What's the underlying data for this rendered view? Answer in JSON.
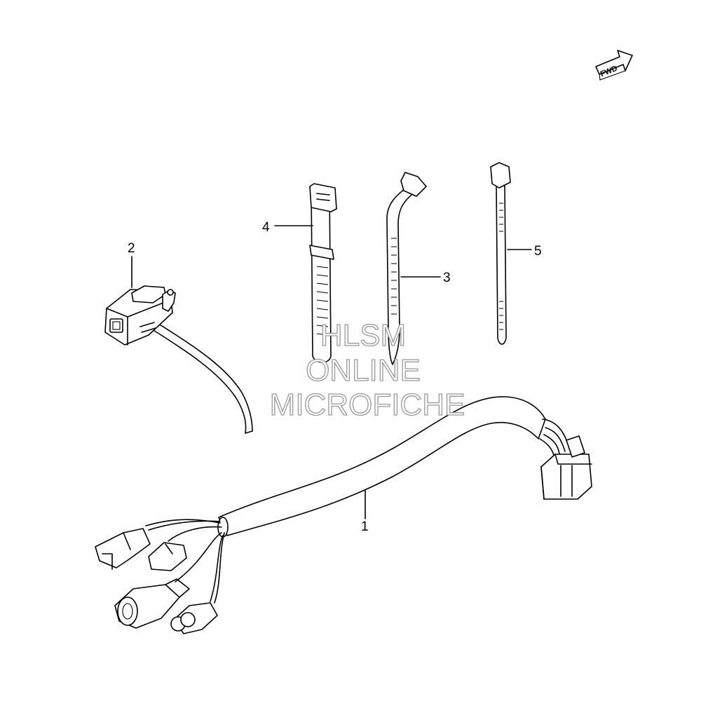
{
  "fwd_label": "FWD",
  "callouts": [
    {
      "id": "1",
      "label": "1"
    },
    {
      "id": "2",
      "label": "2"
    },
    {
      "id": "3",
      "label": "3"
    },
    {
      "id": "4",
      "label": "4"
    },
    {
      "id": "5",
      "label": "5"
    }
  ],
  "watermark": {
    "line1": "HLSM",
    "line2": "ONLINE",
    "line3": "MICROFICHE"
  }
}
